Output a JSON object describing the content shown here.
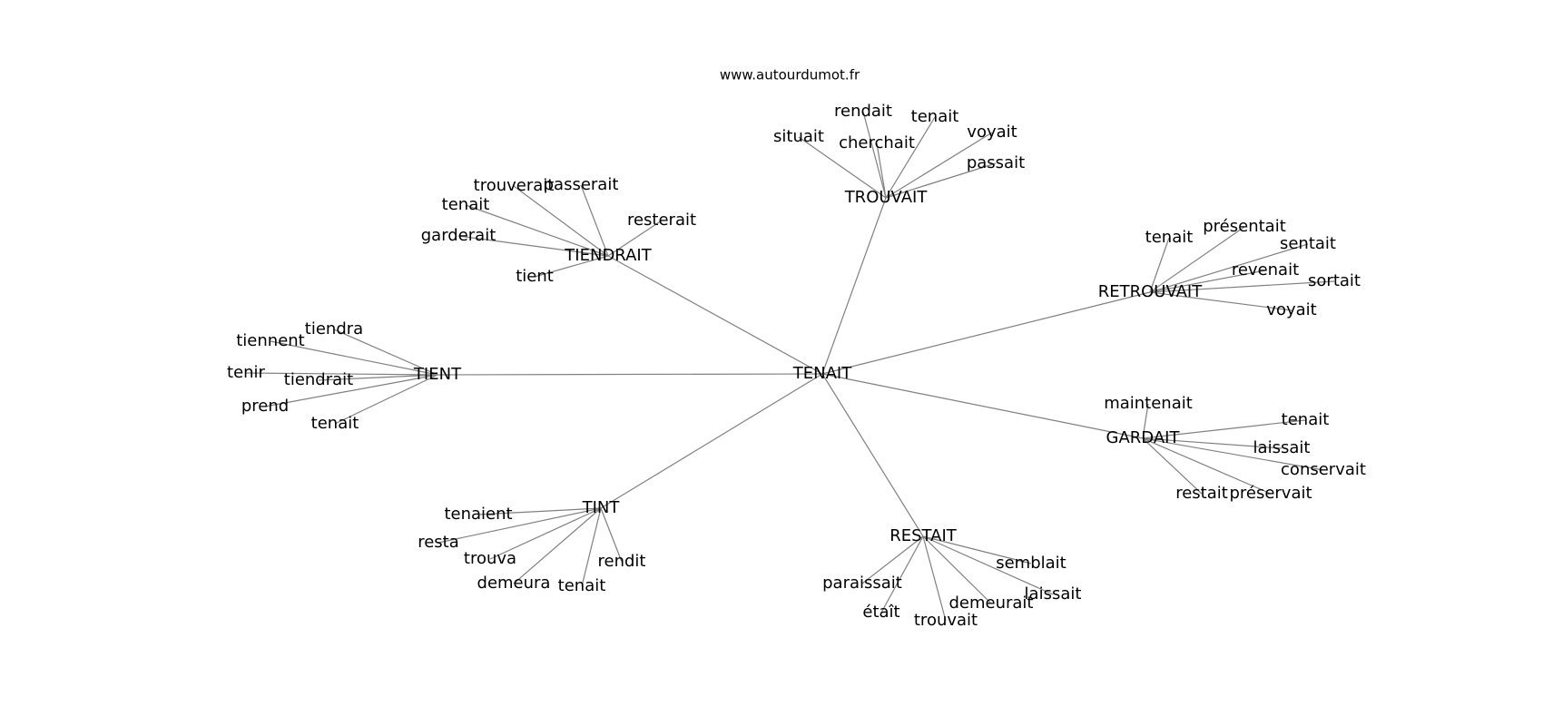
{
  "site": "www.autourdumot.fr",
  "center": "TENAIT",
  "clusters": [
    {
      "hub": "TROUVAIT",
      "leaves": [
        "rendait",
        "tenait",
        "situait",
        "voyait",
        "cherchait",
        "passait"
      ]
    },
    {
      "hub": "TIENDRAIT",
      "leaves": [
        "trouverait",
        "passerait",
        "tenait",
        "resterait",
        "garderait",
        "tient"
      ]
    },
    {
      "hub": "RETROUVAIT",
      "leaves": [
        "tenait",
        "présentait",
        "sentait",
        "revenait",
        "sortait",
        "voyait"
      ]
    },
    {
      "hub": "TIENT",
      "leaves": [
        "tiendra",
        "tiennent",
        "tenir",
        "tiendrait",
        "prend",
        "tenait"
      ]
    },
    {
      "hub": "GARDAIT",
      "leaves": [
        "maintenait",
        "tenait",
        "laissait",
        "conservait",
        "restait",
        "préservait"
      ]
    },
    {
      "hub": "TINT",
      "leaves": [
        "tenaient",
        "resta",
        "trouva",
        "rendit",
        "demeura",
        "tenait"
      ]
    },
    {
      "hub": "RESTAIT",
      "leaves": [
        "semblait",
        "paraissait",
        "laissait",
        "étaît",
        "demeurait",
        "trouvait"
      ]
    }
  ]
}
